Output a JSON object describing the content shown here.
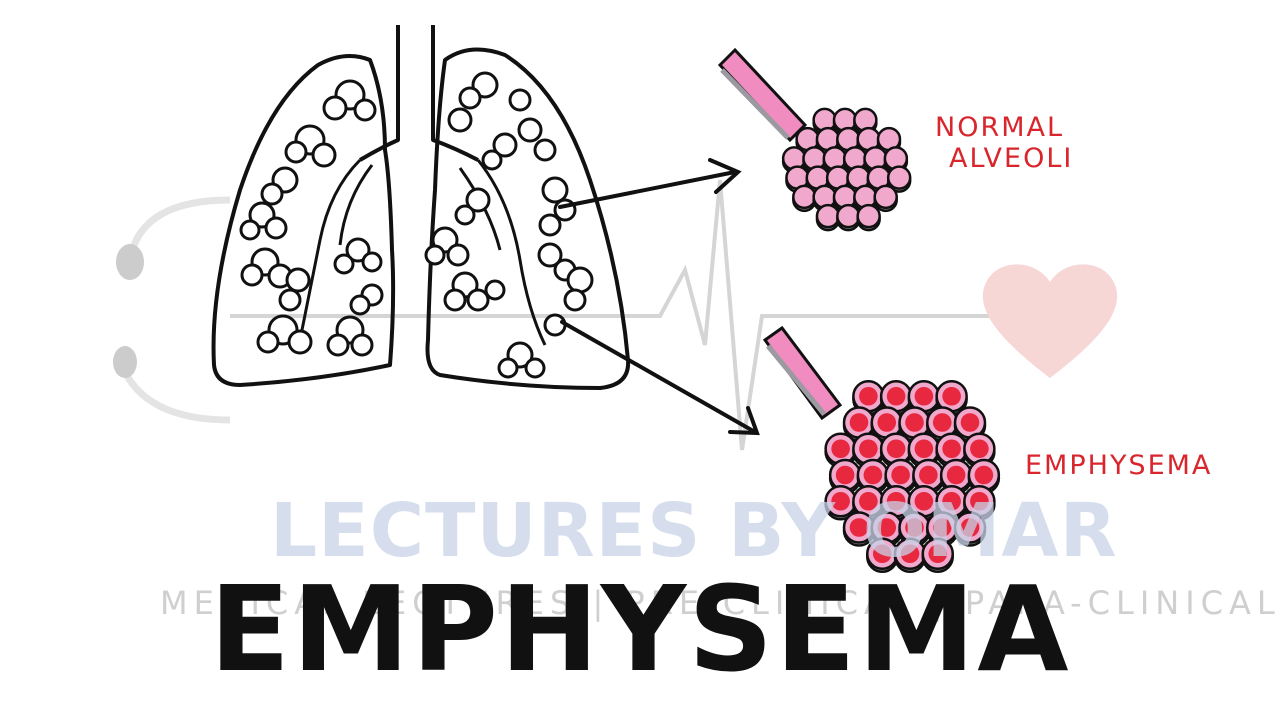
{
  "watermark": {
    "brand": "LECTURES BY OMAR",
    "tagline": "MEDICAL LECTURES | PRE-CLINICAL | PARA-CLINICAL"
  },
  "labels": {
    "normal_alveoli": [
      "NORMAL",
      "ALVEOLI"
    ],
    "emphysema": "EMPHYSEMA"
  },
  "title": "EMPHYSEMA",
  "colors": {
    "alveolus_fill": "#f0a8cc",
    "alveolus_shade": "#9a9aa0",
    "emphysema_core": "#e8283e",
    "bronchiole_pink": "#f08cc0",
    "label_red": "#d9262c",
    "heart_pink": "#f7d6d6",
    "watermark_blue": "#c9d3e8"
  },
  "icons": [
    "lungs-drawing",
    "stethoscope-watermark",
    "ecg-line-watermark",
    "heart-watermark",
    "arrow-right"
  ]
}
